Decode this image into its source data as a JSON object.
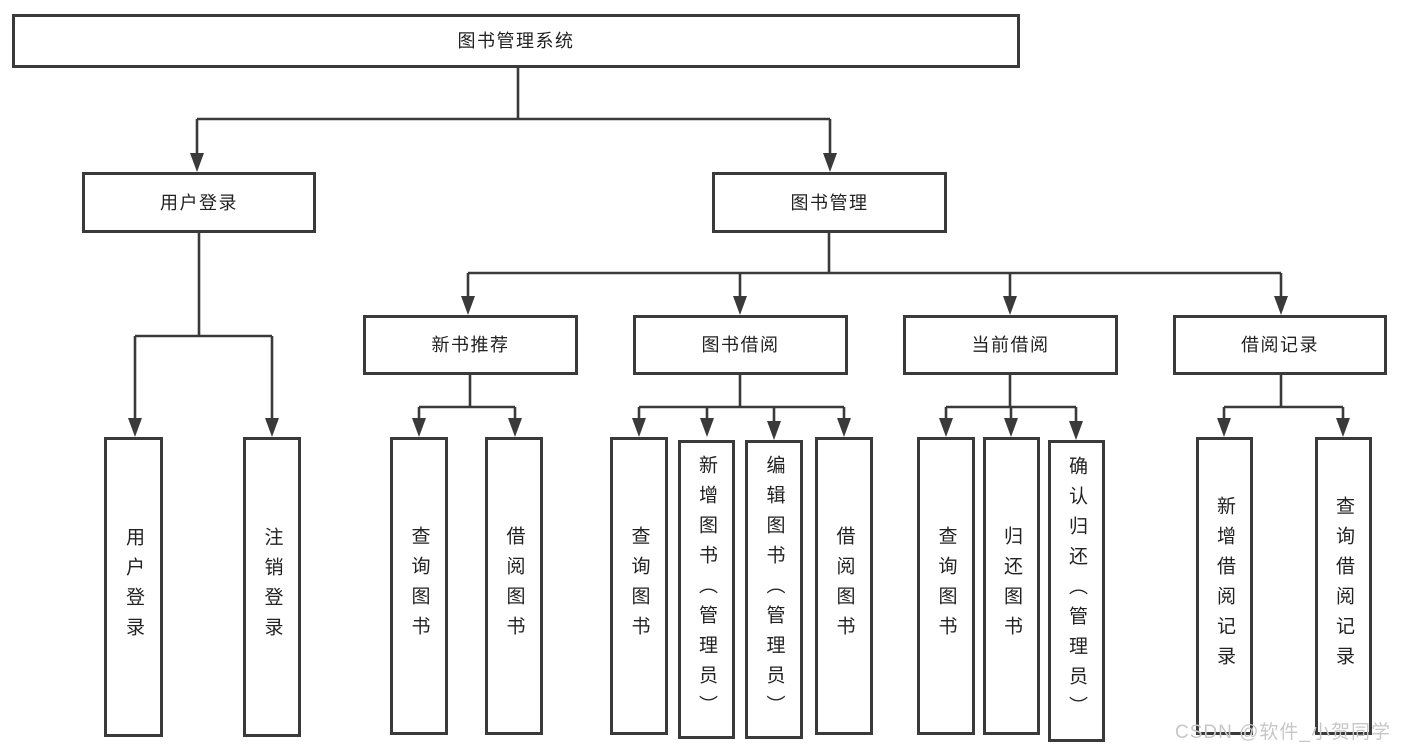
{
  "tree": {
    "root": {
      "label": "图书管理系统",
      "children": [
        {
          "label": "用户登录",
          "children": [
            {
              "label": "用户登录"
            },
            {
              "label": "注销登录"
            }
          ]
        },
        {
          "label": "图书管理",
          "children": [
            {
              "label": "新书推荐",
              "children": [
                {
                  "label": "查询图书"
                },
                {
                  "label": "借阅图书"
                }
              ]
            },
            {
              "label": "图书借阅",
              "children": [
                {
                  "label": "查询图书"
                },
                {
                  "label": "新增图书（管理员）"
                },
                {
                  "label": "编辑图书（管理员）"
                },
                {
                  "label": "借阅图书"
                }
              ]
            },
            {
              "label": "当前借阅",
              "children": [
                {
                  "label": "查询图书"
                },
                {
                  "label": "归还图书"
                },
                {
                  "label": "确认归还（管理员）"
                }
              ]
            },
            {
              "label": "借阅记录",
              "children": [
                {
                  "label": "新增借阅记录"
                },
                {
                  "label": "查询借阅记录"
                }
              ]
            }
          ]
        }
      ]
    }
  },
  "watermark": "CSDN @软件_小贺同学",
  "colors": {
    "line": "#3a3a3a",
    "text": "#222222",
    "watermark": "#c7c7c7",
    "background": "#ffffff"
  }
}
